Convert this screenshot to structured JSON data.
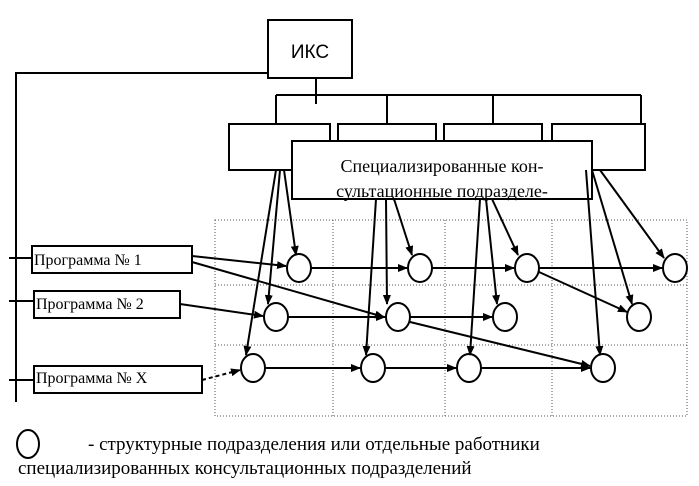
{
  "diagram": {
    "iks_label": "ИКС",
    "departments_label_line1": "Специализированные кон-",
    "departments_label_line2": "сультационные подразделе-",
    "programs": [
      {
        "label": "Программа № 1"
      },
      {
        "label": "Программа № 2"
      },
      {
        "label": "Программа № X"
      }
    ]
  },
  "legend": {
    "symbol": "circle-icon",
    "text_line1": "- структурные подразделения или отдельные работники",
    "text_line2": "специализированных консультационных подразделений"
  }
}
